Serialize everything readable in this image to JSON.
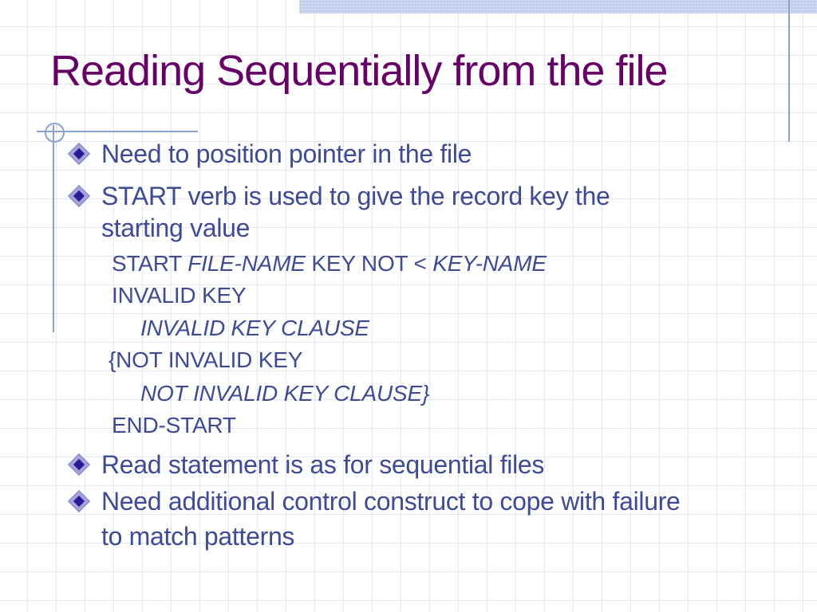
{
  "slide": {
    "title": "Reading Sequentially from the file",
    "bullets": [
      {
        "lines": [
          "Need to position pointer in the file"
        ]
      },
      {
        "lines": [
          "START verb is used to give the record key the",
          "starting value"
        ]
      },
      {
        "lines": [
          "Read statement is as for sequential files"
        ]
      },
      {
        "lines": [
          "Need additional control construct to cope with failure",
          "to match patterns"
        ]
      }
    ],
    "code": {
      "line1": {
        "seg1": "START ",
        "seg2": "FILE-NAME",
        "seg3": " KEY NOT < ",
        "seg4": "KEY-NAME"
      },
      "line2": "INVALID KEY",
      "line3": "INVALID KEY CLAUSE",
      "line4": "{NOT INVALID KEY",
      "line5": "NOT INVALID KEY CLAUSE}",
      "line6": "END-START"
    },
    "colors": {
      "title_text": "#660066",
      "body_text": "#3E4B92",
      "accent_line": "#8CA2CE",
      "top_bar": "#CDD8F0",
      "bullet_fill": "#2D1995",
      "bullet_border": "#A3A3D9",
      "grid_line": "#E2E5F4"
    }
  }
}
